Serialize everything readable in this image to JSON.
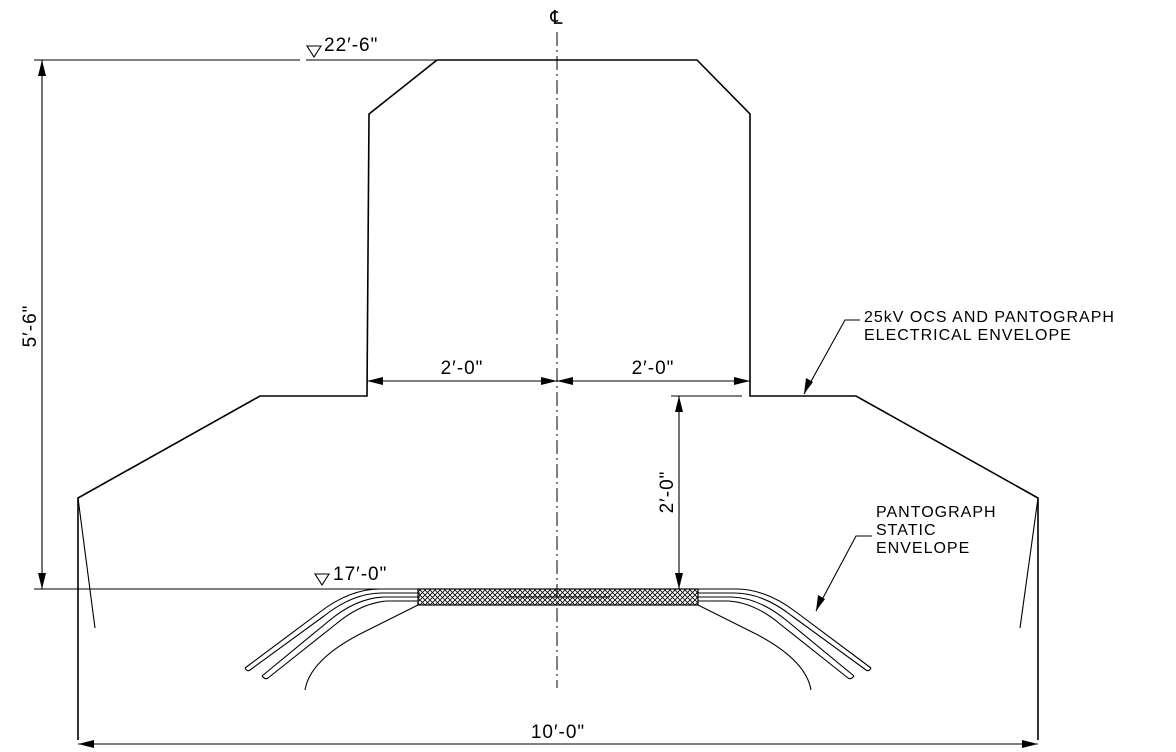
{
  "drawing": {
    "centerline_symbol": "℄",
    "elevations": {
      "top": "22′-6\"",
      "bottom": "17′-0\""
    },
    "dimensions": {
      "overall_height": "5′-6\"",
      "left_half_width": "2′-0\"",
      "right_half_width": "2′-0\"",
      "offset_height": "2′-0\"",
      "overall_width": "10′-0\""
    },
    "callouts": {
      "electrical_envelope": [
        "25kV OCS AND PANTOGRAPH",
        "ELECTRICAL ENVELOPE"
      ],
      "static_envelope": [
        "PANTOGRAPH",
        "STATIC",
        "ENVELOPE"
      ]
    },
    "icons": [
      "elevation-marker-icon",
      "centerline-icon"
    ]
  }
}
